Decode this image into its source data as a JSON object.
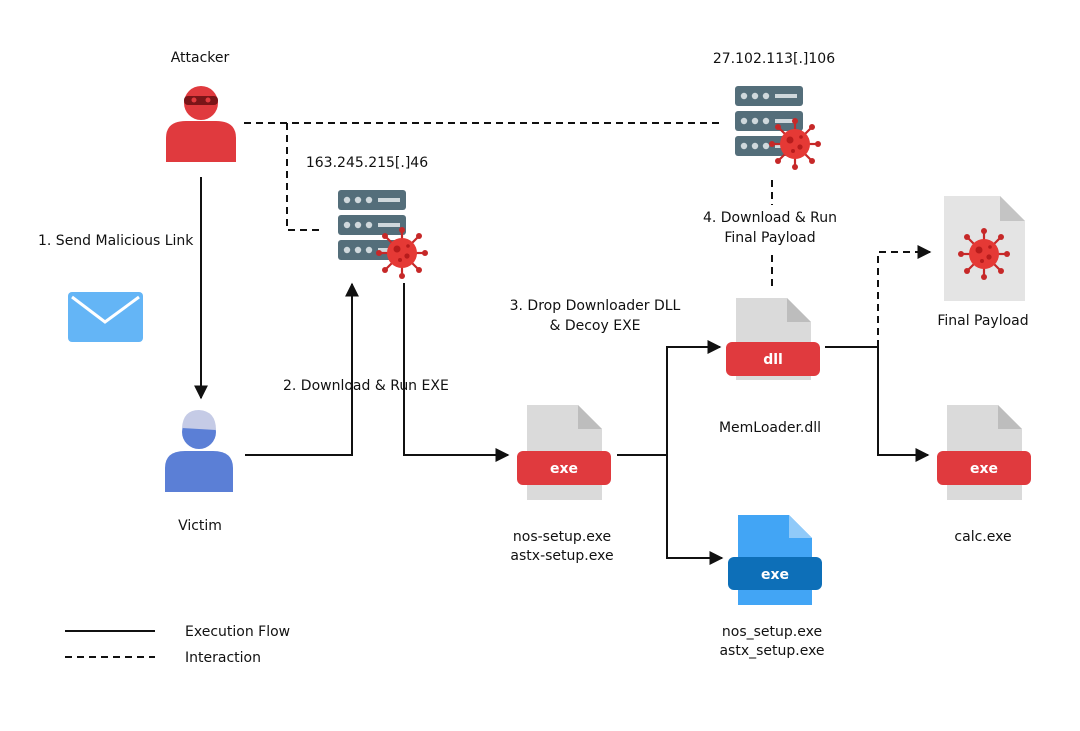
{
  "nodes": {
    "attacker": {
      "label": "Attacker"
    },
    "victim": {
      "label": "Victim"
    },
    "server_c2": {
      "label": "27.102.113[.]106"
    },
    "server_dl": {
      "label": "163.245.215[.]46"
    },
    "exe_dropper": {
      "label_line1": "nos-setup.exe",
      "label_line2": "astx-setup.exe",
      "tag": "exe"
    },
    "dll_loader": {
      "label": "MemLoader.dll",
      "tag": "dll"
    },
    "exe_decoy": {
      "label_line1": "nos_setup.exe",
      "label_line2": "astx_setup.exe",
      "tag": "exe"
    },
    "final_payload": {
      "label": "Final Payload"
    },
    "calc": {
      "label": "calc.exe",
      "tag": "exe"
    }
  },
  "steps": {
    "step1": "1. Send Malicious Link",
    "step2": "2. Download & Run EXE",
    "step3_line1": "3. Drop Downloader DLL",
    "step3_line2": "& Decoy EXE",
    "step4_line1": "4. Download & Run",
    "step4_line2": "Final Payload"
  },
  "legend": {
    "solid": "Execution Flow",
    "dashed": "Interaction"
  },
  "colors": {
    "red": "#e03a3e",
    "blue": "#5b7fd6",
    "server": "#546e7a",
    "file_gray": "#dadada",
    "file_blue": "#42a5f5",
    "mail": "#64b5f6"
  },
  "icons": {
    "attacker": "hacker-masked-user-icon",
    "victim": "user-icon",
    "server": "server-rack-icon",
    "virus": "virus-icon",
    "mail": "envelope-icon",
    "file": "file-icon"
  }
}
